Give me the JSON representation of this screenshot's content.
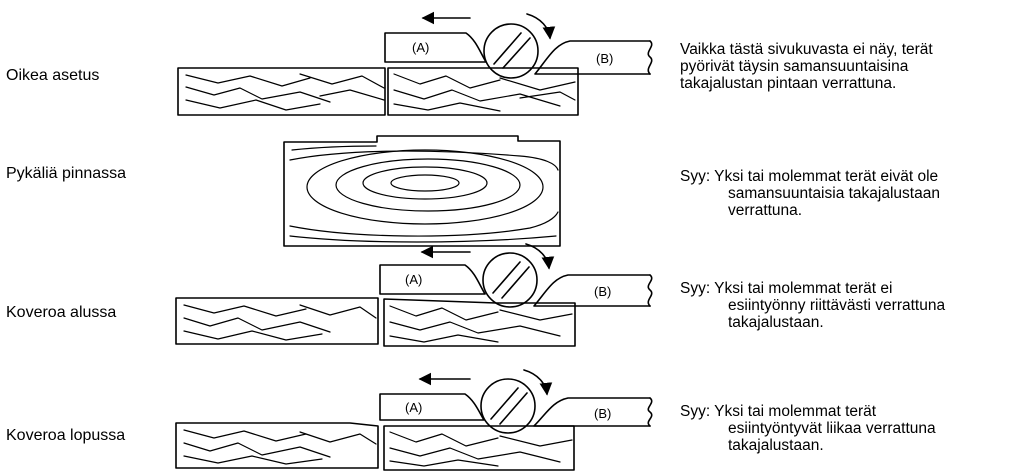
{
  "rows": [
    {
      "label": "Oikea asetus",
      "note": [
        "Vaikka tästä sivukuvasta ei näy, terät",
        "pyörivät täysin samansuuntaisina",
        "takajalustan pintaan verrattuna."
      ],
      "blade_a": "(A)",
      "blade_b": "(B)"
    },
    {
      "label": "Pykäliä pinnassa",
      "note": [
        "Syy: Yksi tai molemmat terät eivät ole",
        "samansuuntaisia takajalustaan",
        "verrattuna."
      ]
    },
    {
      "label": "Koveroa alussa",
      "note": [
        "Syy: Yksi tai molemmat terät ei",
        "esiintyönny riittävästi verrattuna",
        "takajalustaan."
      ],
      "blade_a": "(A)",
      "blade_b": "(B)"
    },
    {
      "label": "Koveroa lopussa",
      "note": [
        "Syy: Yksi tai molemmat terät",
        "esiintyöntyvät liikaa verrattuna",
        "takajalustaan."
      ],
      "blade_a": "(A)",
      "blade_b": "(B)"
    }
  ]
}
